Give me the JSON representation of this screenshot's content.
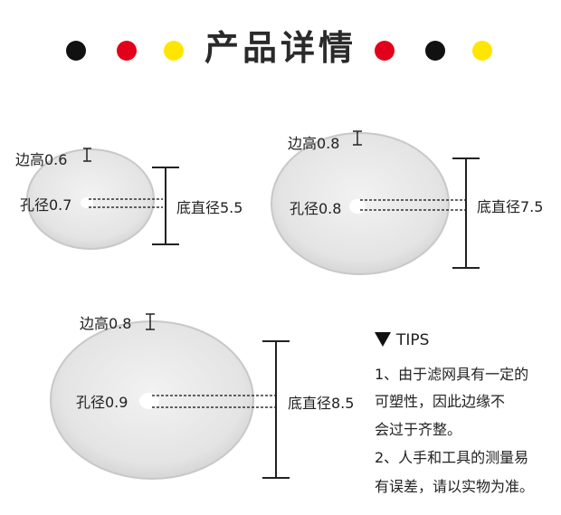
{
  "header": {
    "title": "产品详情",
    "dot_colors": [
      "#111111",
      "#e2001a",
      "#ffe600",
      "#e2001a",
      "#111111",
      "#ffe600"
    ]
  },
  "filters": [
    {
      "edge_height": "边高0.6",
      "hole": "孔径0.7",
      "base_diameter": "底直径5.5"
    },
    {
      "edge_height": "边高0.8",
      "hole": "孔径0.8",
      "base_diameter": "底直径7.5"
    },
    {
      "edge_height": "边高0.8",
      "hole": "孔径0.9",
      "base_diameter": "底直径8.5"
    }
  ],
  "tips": {
    "title": "TIPS",
    "lines": [
      "1、由于滤网具有一定的",
      "可塑性，因此边缘不",
      "会过于齐整。",
      "2、人手和工具的测量易",
      "有误差，请以实物为准。"
    ]
  }
}
